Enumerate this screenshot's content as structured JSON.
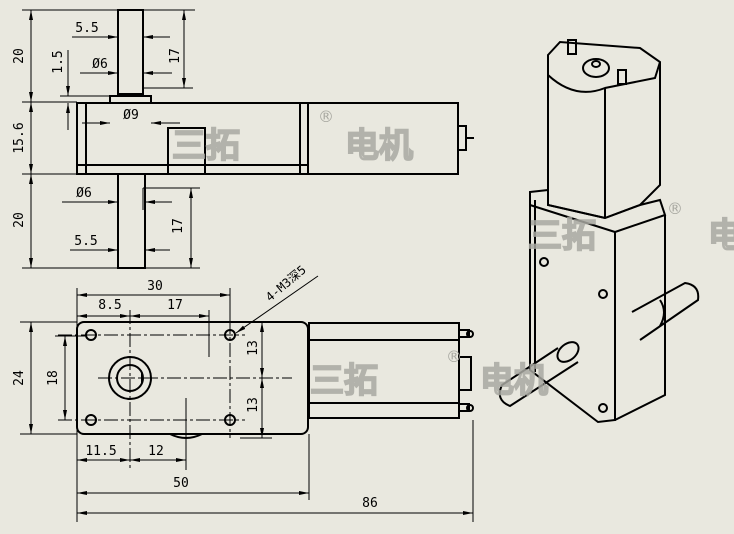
{
  "top_view": {
    "height_top": "20",
    "height_body": "15.6",
    "height_bottom": "20",
    "collar_height": "1.5",
    "flat_top": "5.5",
    "dia_top": "Ø6",
    "len_top": "17",
    "dia_collar": "Ø9",
    "dia_bottom": "Ø6",
    "len_bottom": "17",
    "flat_bottom": "5.5"
  },
  "front_view": {
    "hole_span": "30",
    "hole_offset": "8.5",
    "hole_to_center": "17",
    "hole_note": "4-M3深5",
    "height_total": "24",
    "hole_pitch_v": "18",
    "half_upper": "13",
    "half_lower": "13",
    "shaft_offset": "11.5",
    "shaft_to_gear": "12",
    "gearbox_length": "50",
    "total_length": "86"
  },
  "watermark": {
    "brand": "三拓",
    "registered": "®",
    "product": "电机",
    "product_partial": "电"
  }
}
